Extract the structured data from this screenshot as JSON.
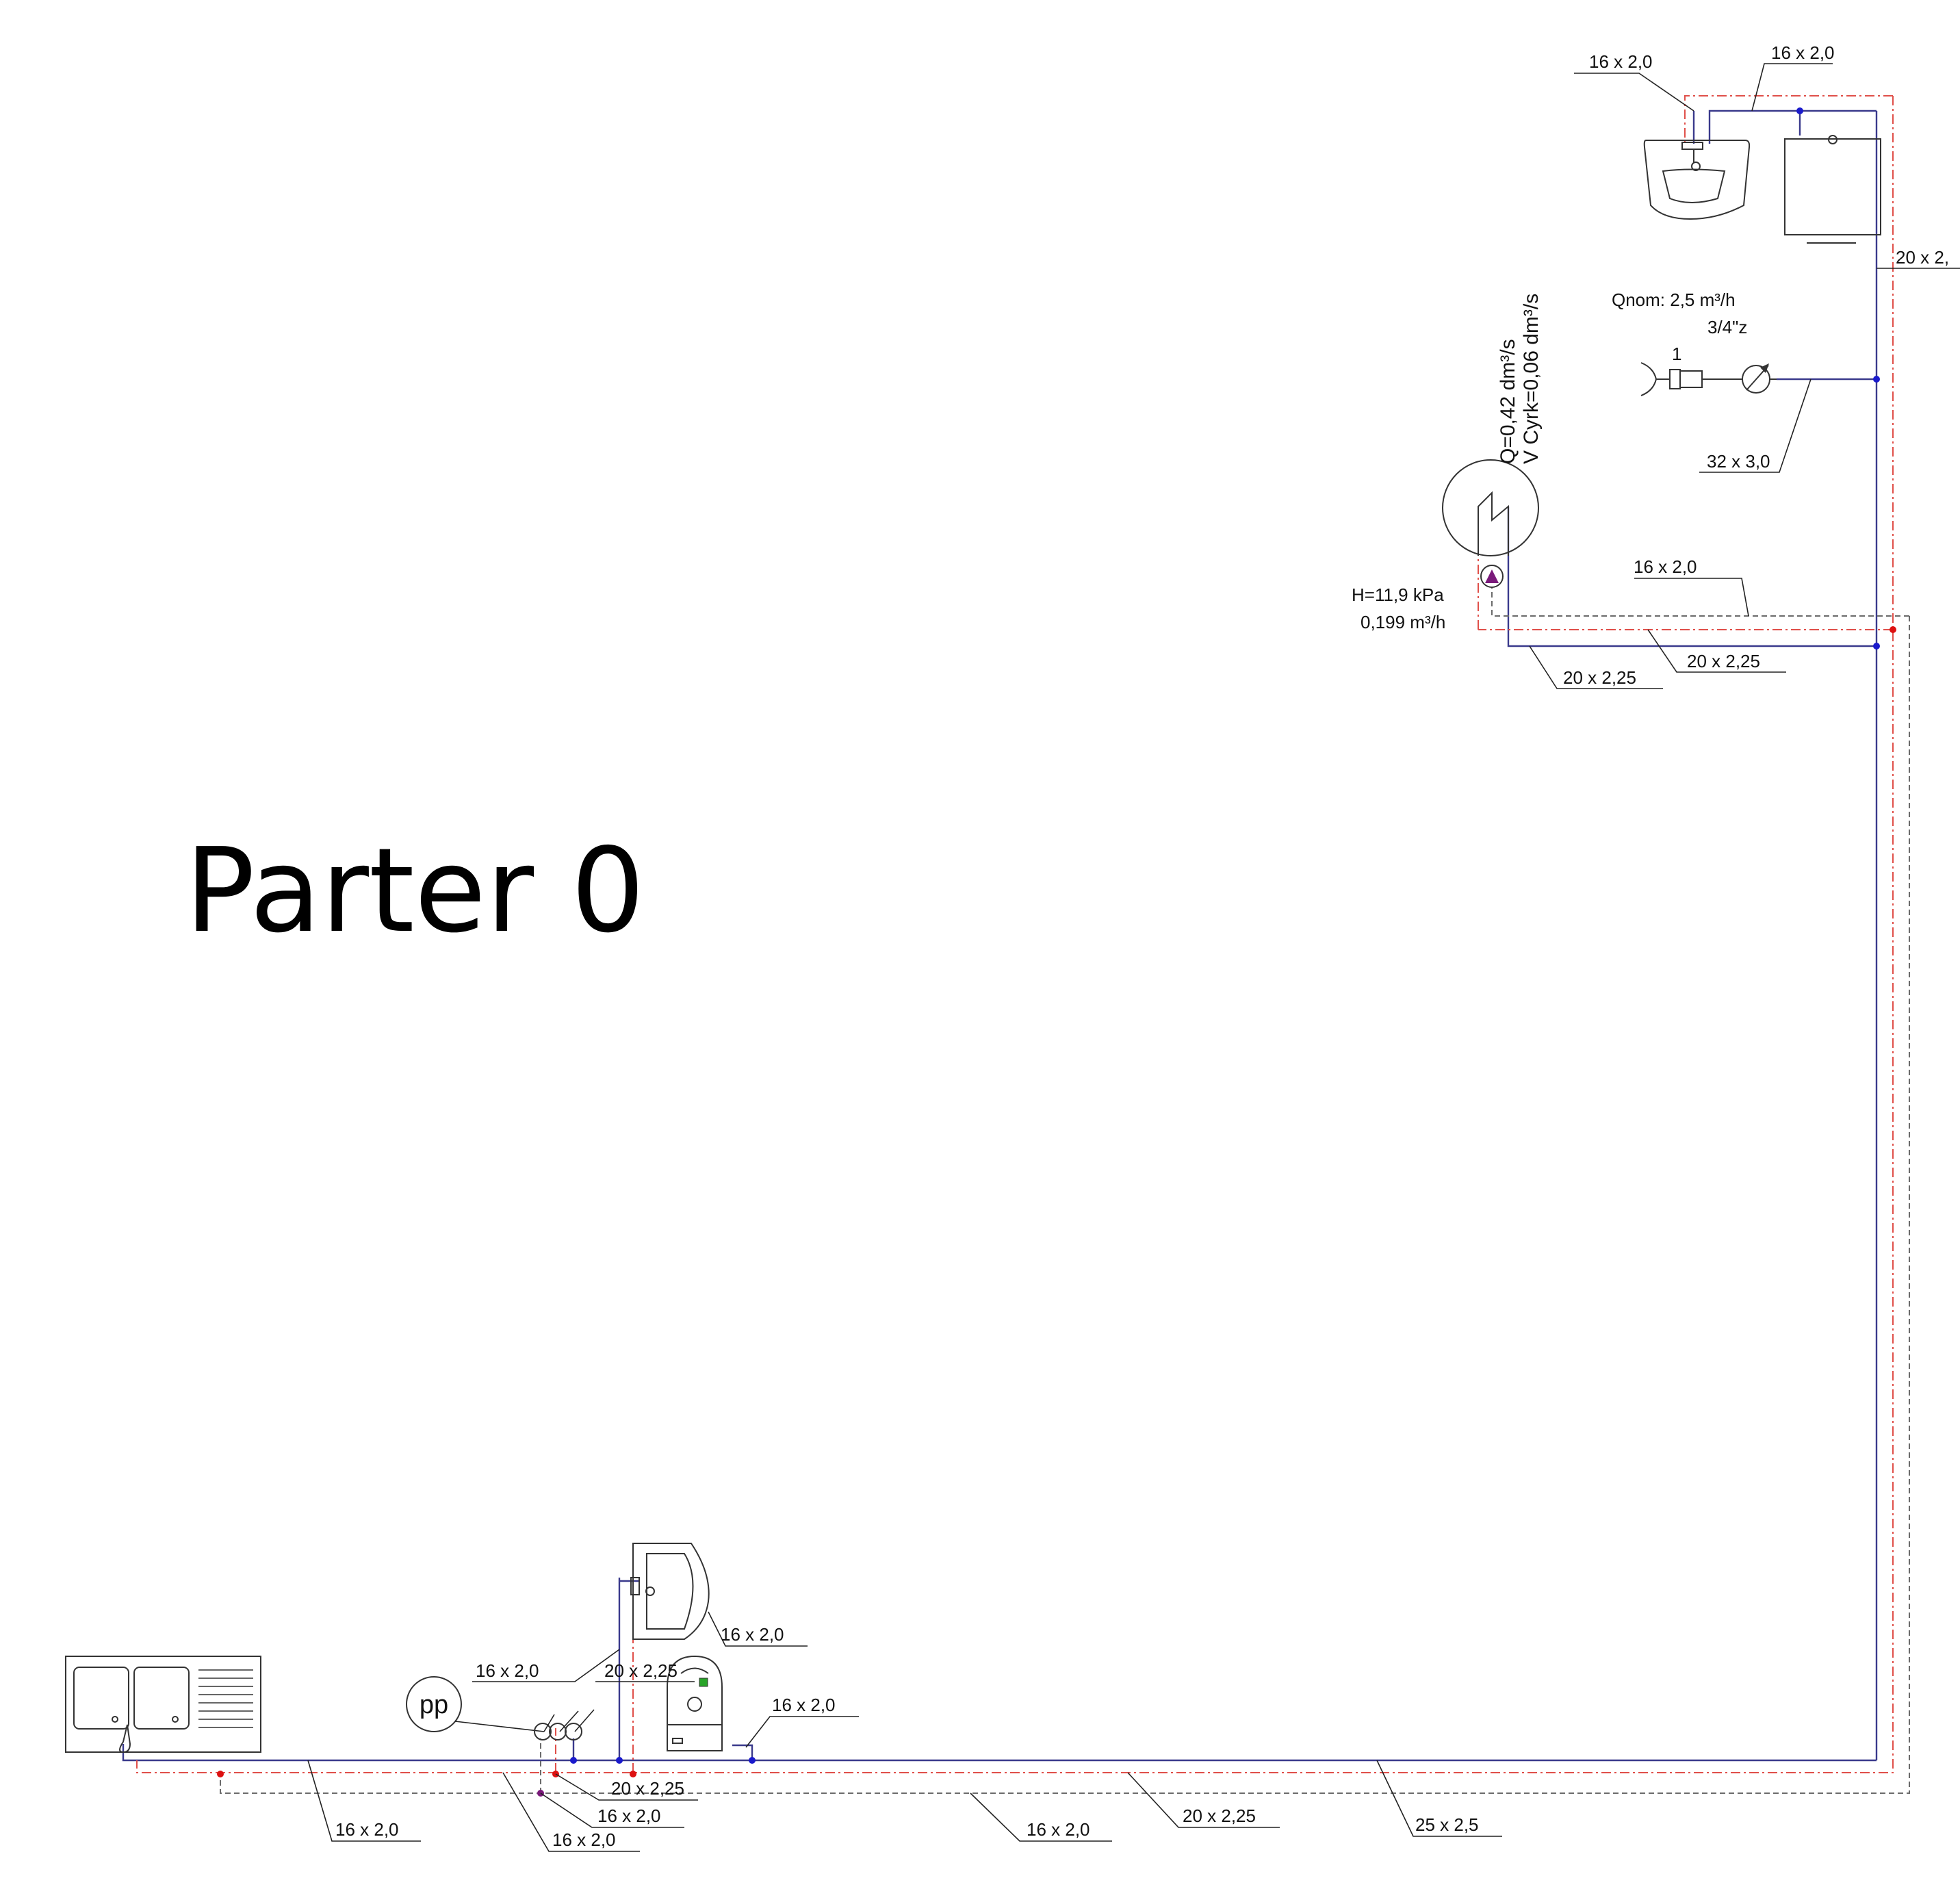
{
  "floor_label": "Parter 0",
  "meter": {
    "qnom": "Qnom: 2,5 m³/h",
    "size": "3/4\"z",
    "number": "1",
    "pipe": "32 x 3,0"
  },
  "heater": {
    "flow": "Q=0,42 dm³/s",
    "circulation": "V Cyrk=0,06 dm³/s"
  },
  "pump": {
    "head": "H=11,9 kPa",
    "flow": "0,199 m³/h"
  },
  "fixture_labels": {
    "pp": "pp"
  },
  "pipe_labels": {
    "top_washbasin": "16 x 2,0",
    "top_toilet": "16 x 2,0",
    "right_riser": "20 x 2,",
    "heater_circ": "16 x 2,0",
    "heater_supply": "20 x 2,25",
    "heater_out": "20 x 2,25",
    "bath_washbasin": "16 x 2,0",
    "pp_cold": "16 x 2,0",
    "pp_hot": "20 x 2,25",
    "wc": "16 x 2,0",
    "hot_branch": "20 x 2,25",
    "circ_branch": "16 x 2,0",
    "pp_branch": "16 x 2,0",
    "sink": "16 x 2,0",
    "main_cold": "16 x 2,0",
    "main_hot": "20 x 2,25",
    "main_trunk": "25 x 2,5"
  },
  "colors": {
    "cold_water": "#3a3a8c",
    "hot_water": "#e0504a",
    "circulation": "#6b6b6b",
    "node_cold": "#1a1acc",
    "node_hot": "#dd1111",
    "pump": "#7a1a7a"
  }
}
